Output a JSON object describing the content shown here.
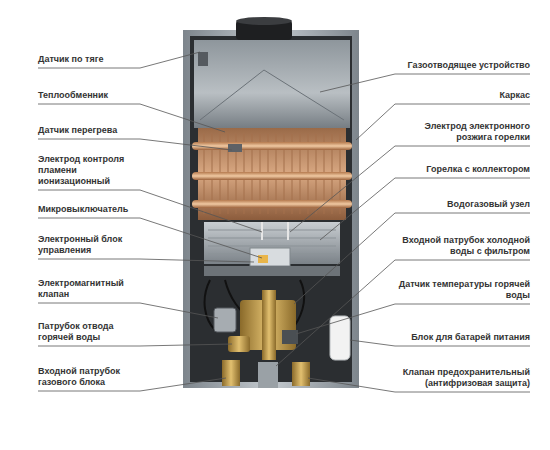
{
  "diagram": {
    "labels": [
      "Датчик по тяге",
      "Теплообменник",
      "Датчик перегрева",
      "Электрод контроля пламени ионизационный",
      "Микровыключатель",
      "Электронный блок управления",
      "Электромагнитный клапан",
      "Патрубок отвода горячей воды",
      "Входной патрубок газового блока",
      "Газоотводящее устройство",
      "Каркас",
      "Электрод электронного розжига горелки",
      "Горелка с коллектором",
      "Водогазовый узел",
      "Входной патрубок холодной воды с фильтром",
      "Датчик температуры горячей воды",
      "Блок для батарей питания",
      "Клапан предохранительный (антифризовая защита)"
    ]
  }
}
